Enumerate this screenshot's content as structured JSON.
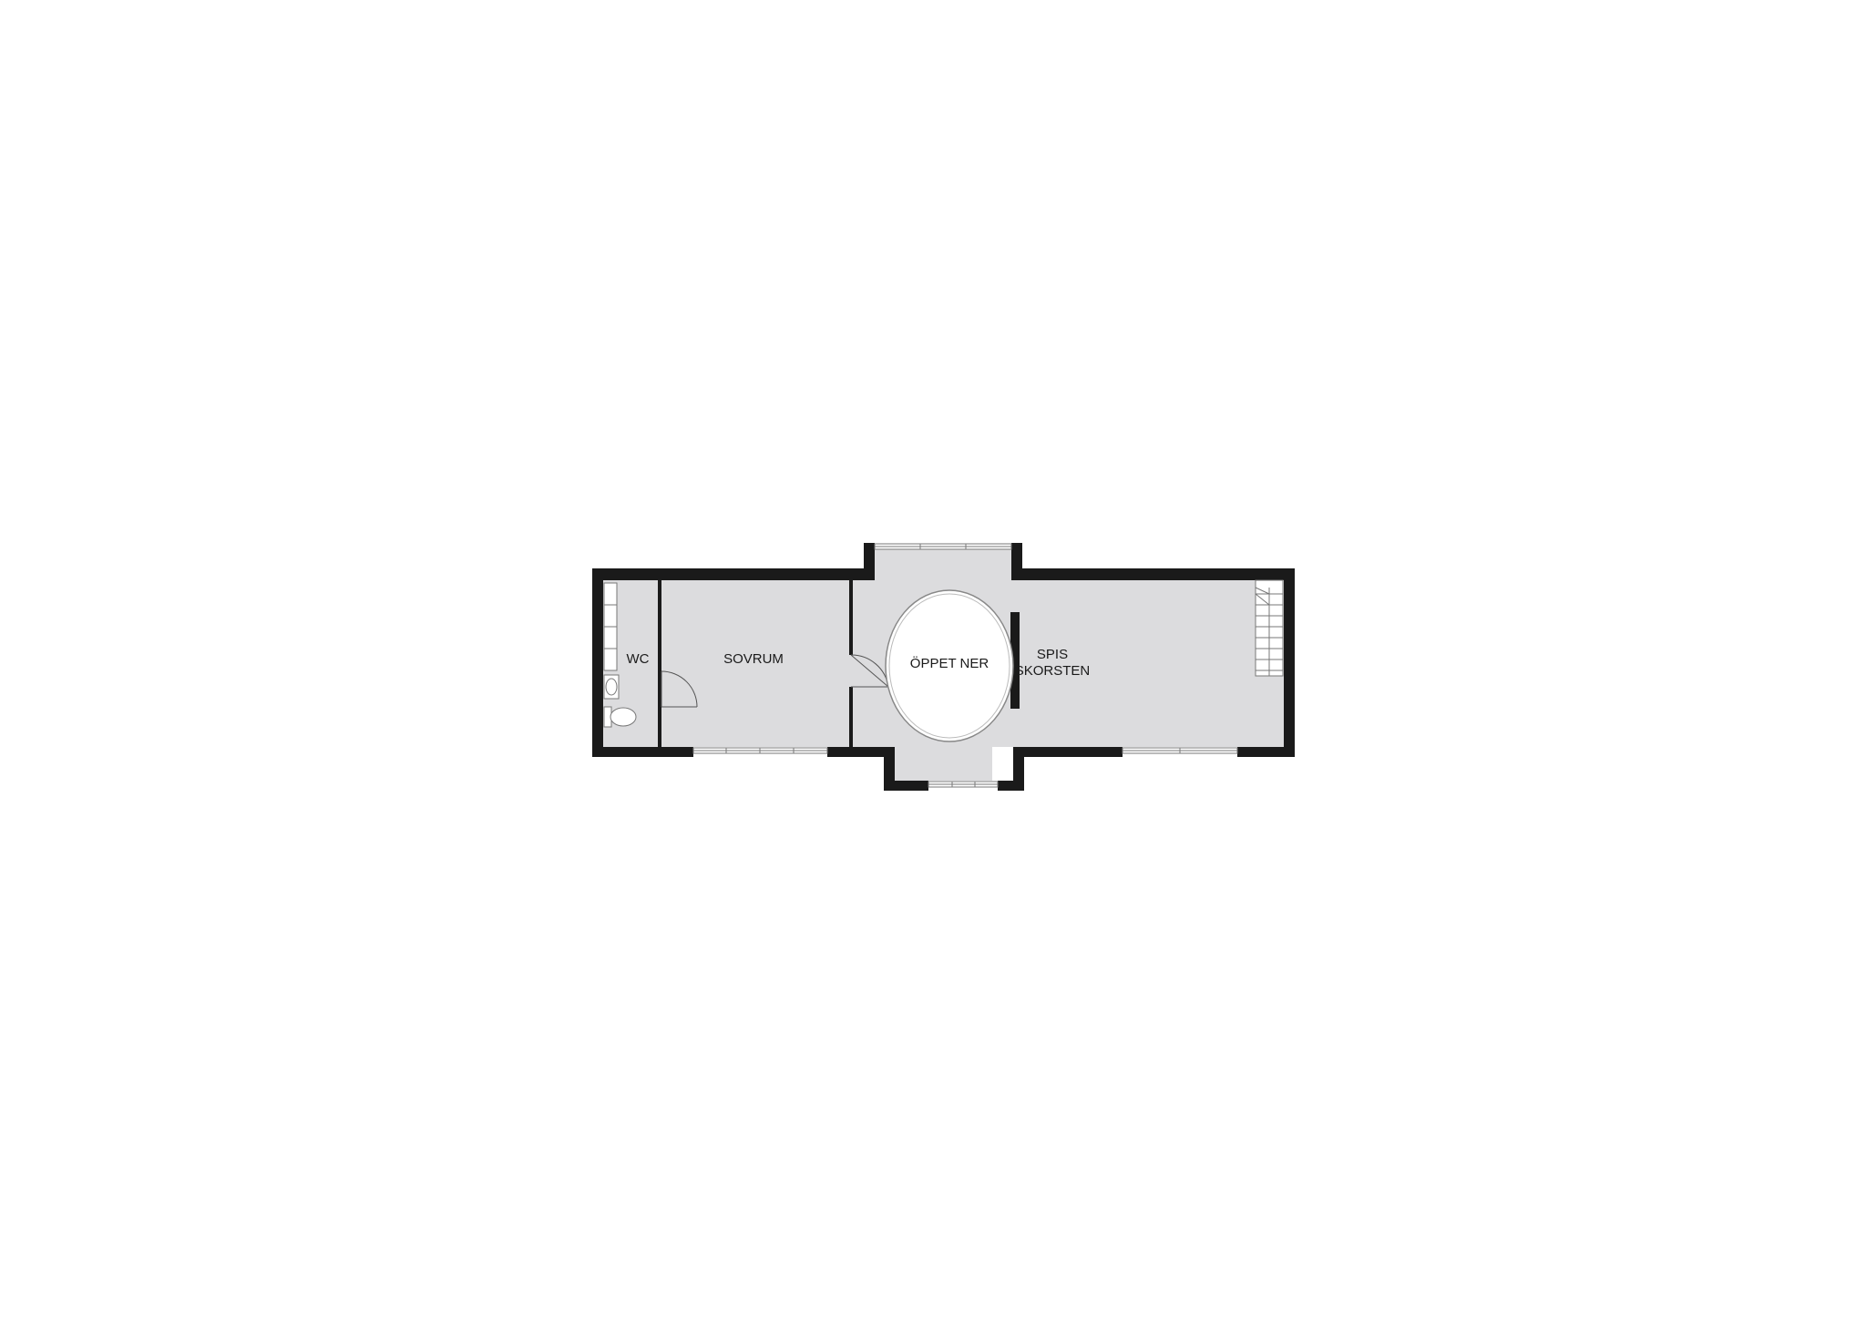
{
  "floorplan": {
    "rooms": {
      "wc": "WC",
      "sovrum": "SOVRUM",
      "oppet_ner": "ÖPPET NER",
      "spis": "SPIS",
      "skorsten": "SKORSTEN"
    },
    "colors": {
      "wall": "#1a1a1a",
      "floor": "#dcdcde",
      "background": "#ffffff",
      "fixture_line": "#777777"
    }
  }
}
